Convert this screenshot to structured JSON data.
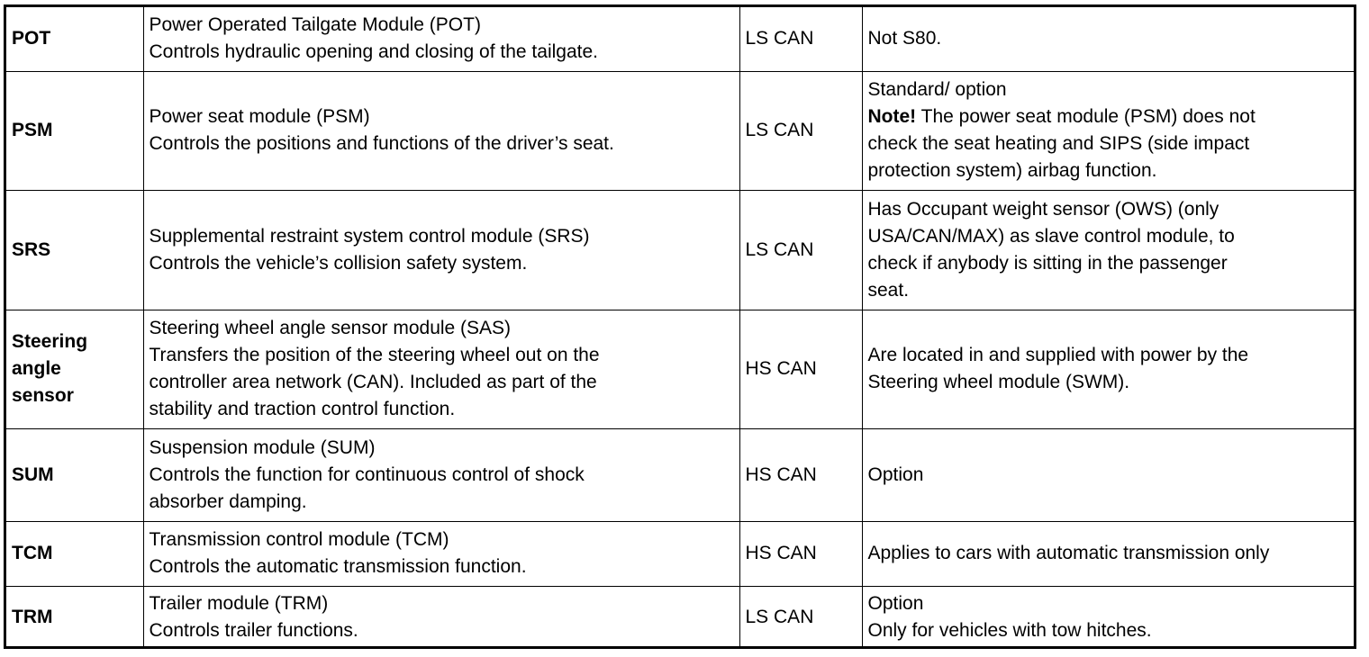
{
  "rows": [
    {
      "code": [
        "POT"
      ],
      "desc": [
        "Power Operated Tailgate Module (POT)",
        "Controls hydraulic opening and closing of the tailgate."
      ],
      "bus": "LS CAN",
      "note": [
        "Not S80."
      ]
    },
    {
      "code": [
        "PSM"
      ],
      "desc": [
        "Power seat module (PSM)",
        "Controls the positions and functions of the driver’s seat."
      ],
      "bus": "LS CAN",
      "note_head": "Standard/ option",
      "note_bold": "Note!",
      "note_rest": [
        "The power seat module (PSM) does not",
        "check the seat heating and SIPS (side impact",
        "protection system) airbag function."
      ]
    },
    {
      "code": [
        "SRS"
      ],
      "desc": [
        "Supplemental restraint system control module (SRS)",
        "Controls the vehicle’s collision safety system."
      ],
      "bus": "LS CAN",
      "note": [
        "Has Occupant weight sensor (OWS) (only",
        "USA/CAN/MAX) as slave control module, to",
        "check if anybody is sitting in the passenger",
        "seat."
      ]
    },
    {
      "code": [
        "Steering",
        "angle",
        "sensor"
      ],
      "desc": [
        "Steering wheel angle sensor module (SAS)",
        "Transfers the position of the steering wheel out on the",
        "controller area network (CAN). Included as part of the",
        "stability and traction control function."
      ],
      "bus": "HS CAN",
      "note": [
        "Are located in and supplied with power by the",
        "Steering wheel module (SWM)."
      ]
    },
    {
      "code": [
        "SUM"
      ],
      "desc": [
        "Suspension module (SUM)",
        "Controls the function for continuous control of shock",
        "absorber damping."
      ],
      "bus": "HS CAN",
      "note": [
        "Option"
      ]
    },
    {
      "code": [
        "TCM"
      ],
      "desc": [
        "Transmission control module (TCM)",
        "Controls the automatic transmission function."
      ],
      "bus": "HS CAN",
      "note": [
        "Applies to cars with automatic transmission only"
      ]
    },
    {
      "code": [
        "TRM"
      ],
      "desc": [
        "Trailer module (TRM)",
        "Controls trailer functions."
      ],
      "bus": "LS CAN",
      "note": [
        "Option",
        "Only for vehicles with tow hitches."
      ]
    }
  ]
}
